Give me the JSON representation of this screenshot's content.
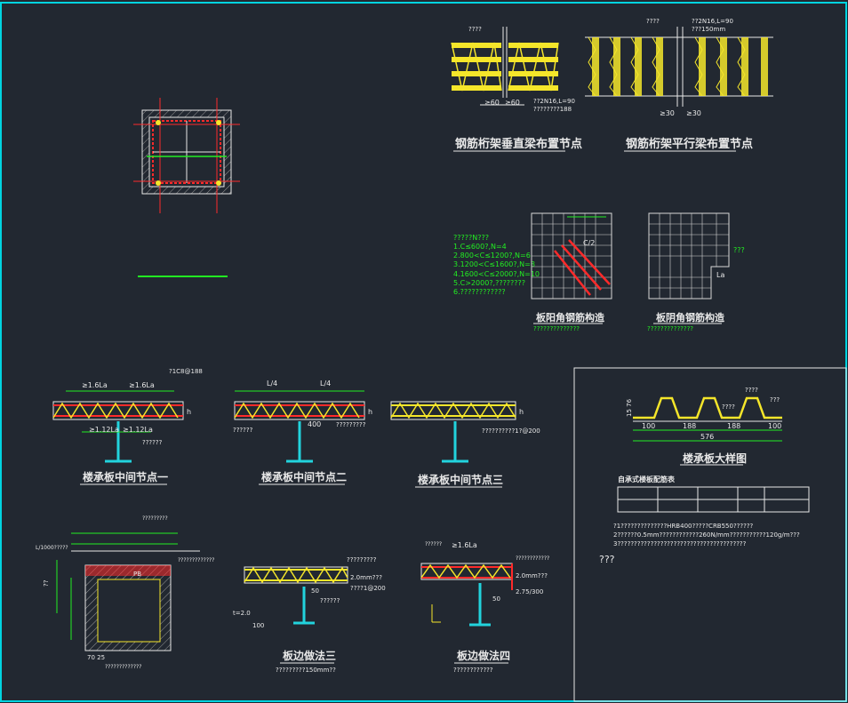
{
  "colors": {
    "background": "#222831",
    "frame": "#00d4e0",
    "truss": "#f5e62a",
    "rebar": "#ff2a2a",
    "label": "#e8e8e8",
    "accent_green": "#22ee22",
    "steel_cyan": "#22d3dd",
    "grid": "#d8d8d8",
    "hatch": "#9a9a9a"
  },
  "titles": {
    "perp_beam": "钢筋桁架垂直梁布置节点",
    "parallel_beam": "钢筋桁架平行梁布置节点",
    "corner_yang": "板阳角钢筋构造",
    "corner_yin": "板阴角钢筋构造",
    "floor_mid_1": "楼承板中间节点一",
    "floor_mid_2": "楼承板中间节点二",
    "floor_mid_3": "楼承板中间节点三",
    "deck_detail": "楼承板大样图",
    "edge_3": "板边做法三",
    "edge_4": "板边做法四"
  },
  "labels": {
    "q4": "????",
    "q3": "???",
    "rebar_2n16": "??2N16,L=90",
    "rebar_2n16_b": "??2N16,L=90",
    "spacing_188": "????????188",
    "spacing_150": "???150mm",
    "ge60a": "≥60",
    "ge60b": "≥60",
    "ge30a": "≥30",
    "ge30b": "≥30",
    "corner_head": "?????N???",
    "rule1": "1.C≤600?,N=4",
    "rule2": "2.800<C≤1200?,N=6",
    "rule3": "3.1200<C≤1600?,N=8",
    "rule4": "4.1600<C≤2000?,N=10",
    "rule5": "5.C>2000?,????????",
    "rule6": "6.????????????",
    "c_half": "C/2",
    "la": "La",
    "corner_note_a": "??????????????",
    "corner_note_b": "??????????????",
    "len_16la": "≥1.6La",
    "len_16la_b": "≥1.6La",
    "len_112la": "≥1.12La",
    "len_112la_b": "≥1.12La",
    "l_4": "L/4",
    "l_4_b": "L/4",
    "dim_400": "400",
    "dim_50": "50",
    "top_note_1": "?1C8@188",
    "note_mid_a": "??????",
    "note_mid_b": "??????",
    "note_mid_c": "?????????",
    "note_mid_3": "??????????1?@200",
    "h": "h",
    "deck_h": "15 76",
    "deck_w1": "100",
    "deck_w2": "188",
    "deck_w3": "188",
    "deck_w4": "100",
    "deck_total": "576",
    "table_head": "自承式楼板配筋表",
    "spec1": "?1??????????????HRB400?????CRB550??????",
    "spec2": "2??????0.5mm????????????260N/mm???????????120g/m???",
    "spec3": "3???????????????????????????????????????",
    "edge3_note": "?????????",
    "edge3_thk": "2.0mm???",
    "edge3_pitch": "????1@200",
    "edge3_t": "t=2.0",
    "edge3_100": "100",
    "edge3_bottom": "?????????150mm??",
    "edge4_top": "??????",
    "edge4_thk": "2.0mm???",
    "edge4_side": "????????????",
    "edge4_pitch": "2.75/300",
    "edge4_bottom": "????????????",
    "col_top": "?????????",
    "col_l": "L/1000?????",
    "col_note": "?????????????",
    "col_dim": "70 25",
    "col_bottom": "?????????????",
    "col_pb": "PB",
    "col_side": "??"
  }
}
